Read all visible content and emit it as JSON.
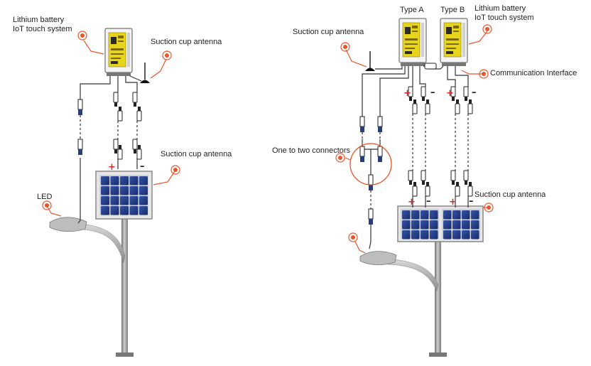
{
  "left": {
    "lithium_label_line1": "Lithium battery",
    "lithium_label_line2": "IoT touch system",
    "antenna_label": "Suction cup antenna",
    "panel_label": "Suction cup antenna",
    "led_label": "LED",
    "plus_sign": "+",
    "minus_sign": "–"
  },
  "right": {
    "type_a_label": "Type A",
    "type_b_label": "Type B",
    "lithium_label_line1": "Lithium battery",
    "lithium_label_line2": "IoT touch system",
    "antenna_label": "Suction cup antenna",
    "comm_label": "Communication Interface",
    "connector_label": "One to two connectors",
    "panel_label": "Suction cup antenna",
    "plus_sign": "+",
    "minus_sign": "–"
  },
  "colors": {
    "callout_orange": "#e8552a",
    "panel_blue": "#1f3d8a",
    "panel_frame": "#9a9a9a",
    "controller_yellow": "#e9d41d",
    "pole_gray": "#8f8f8f",
    "plus_red": "#d62828",
    "minus_dark": "#222222"
  }
}
